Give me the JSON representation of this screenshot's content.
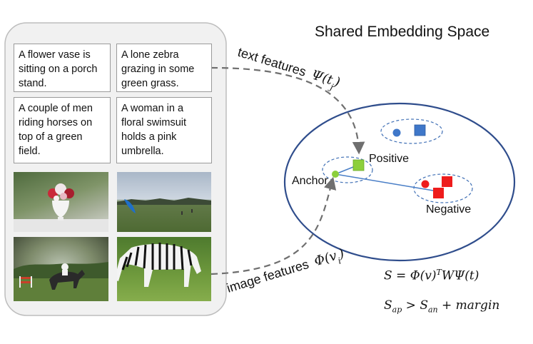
{
  "title": "Shared Embedding Space",
  "captions": [
    "A flower vase is sitting on a porch stand.",
    "A lone zebra grazing in some green grass.",
    "A couple of men riding horses on top of a green field.",
    "A woman in a floral swimsuit holds a pink umbrella."
  ],
  "images": [
    {
      "icon": "flower-vase-photo"
    },
    {
      "icon": "field-umbrella-photo"
    },
    {
      "icon": "horse-riders-photo"
    },
    {
      "icon": "zebra-photo"
    }
  ],
  "text_features_label": "text features",
  "text_features_symbol": "Ψ(t_j)",
  "image_features_label": "image features",
  "image_features_symbol": "Φ(v_i)",
  "points": {
    "anchor": "Anchor",
    "positive": "Positive",
    "negative": "Negative"
  },
  "equation_similarity": "S = Φ(v)^T W Ψ(t)",
  "equation_margin": "S_ap > S_an + margin",
  "colors": {
    "anchor": "#8ccf3c",
    "positive": "#8ccf3c",
    "negative": "#ee1c1c",
    "other_cluster": "#3f77c9",
    "ellipse": "#2f4d8c",
    "dashed": "#6f6f6f"
  }
}
